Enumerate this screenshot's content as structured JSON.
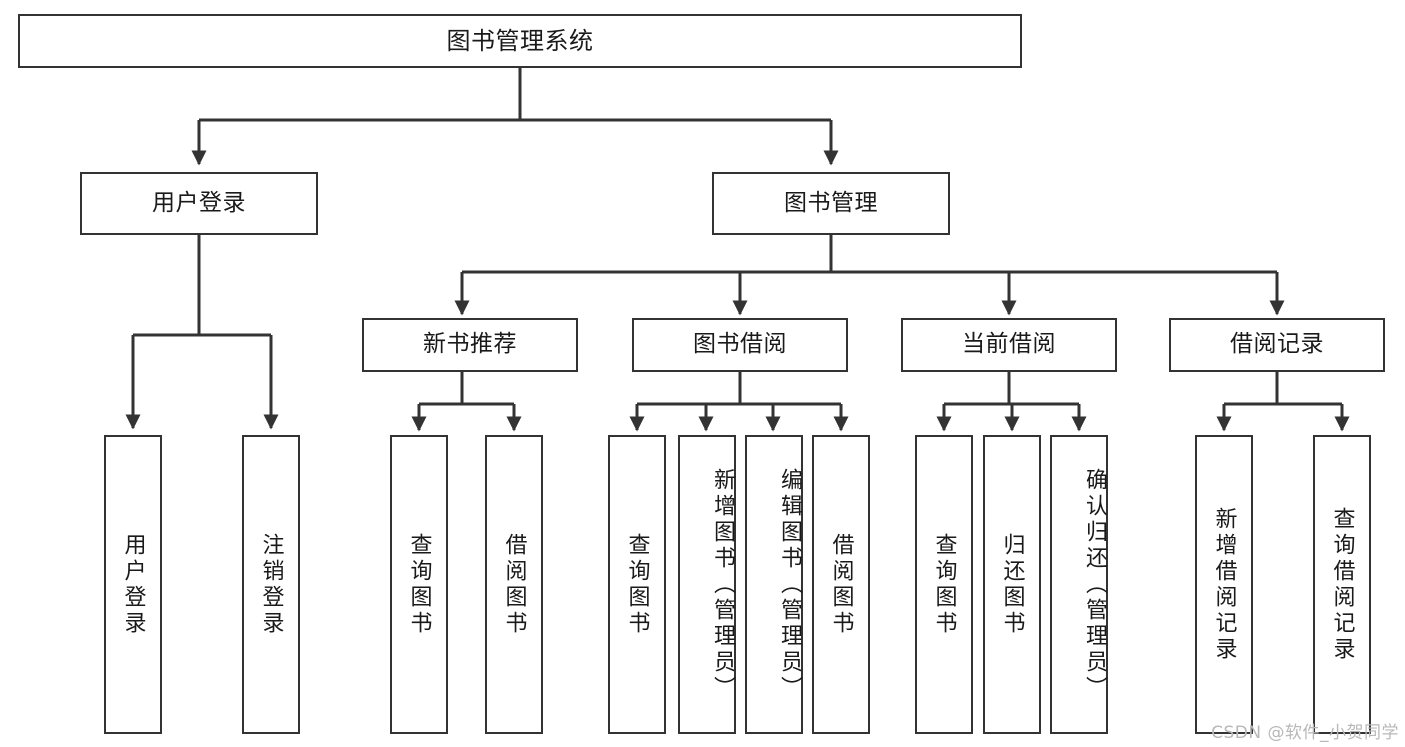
{
  "diagram": {
    "title": "图书管理系统",
    "type": "tree-hierarchy-chart",
    "watermark": "CSDN @软件_小贺同学",
    "colors": {
      "stroke": "#333333",
      "background": "#ffffff",
      "text": "#1a1a1a",
      "watermark": "#b8b8b8"
    }
  },
  "root": {
    "label": "图书管理系统"
  },
  "level1": [
    {
      "label": "用户登录"
    },
    {
      "label": "图书管理"
    }
  ],
  "level2": [
    {
      "label": "新书推荐"
    },
    {
      "label": "图书借阅"
    },
    {
      "label": "当前借阅"
    },
    {
      "label": "借阅记录"
    }
  ],
  "leaves": {
    "user_login": [
      {
        "label": "用户登录"
      },
      {
        "label": "注销登录"
      }
    ],
    "new_book_recommend": [
      {
        "label": "查询图书"
      },
      {
        "label": "借阅图书"
      }
    ],
    "book_borrow": [
      {
        "label": "查询图书"
      },
      {
        "label": "新增图书（管理员）"
      },
      {
        "label": "编辑图书（管理员）"
      },
      {
        "label": "借阅图书"
      }
    ],
    "current_borrow": [
      {
        "label": "查询图书"
      },
      {
        "label": "归还图书"
      },
      {
        "label": "确认归还（管理员）"
      }
    ],
    "borrow_record": [
      {
        "label": "新增借阅记录"
      },
      {
        "label": "查询借阅记录"
      }
    ]
  }
}
